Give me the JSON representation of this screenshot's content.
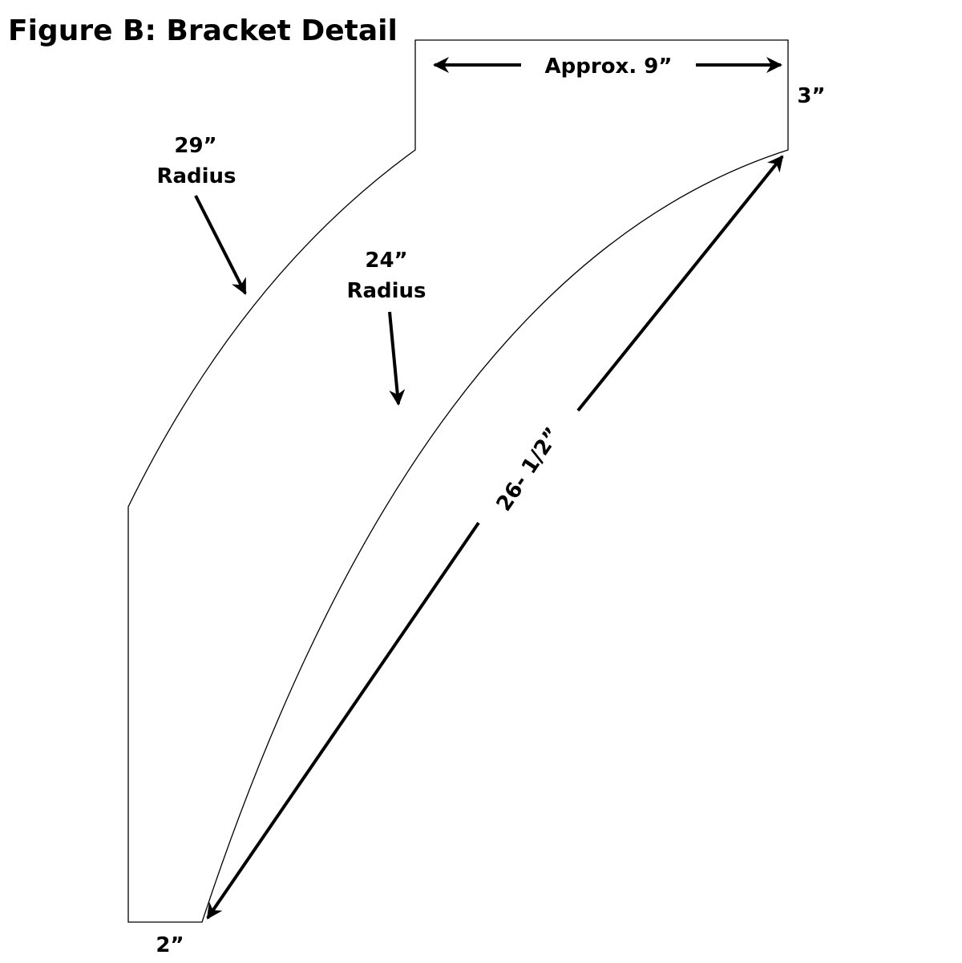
{
  "title": "Figure B: Bracket Detail",
  "dimensions": {
    "top_width": "Approx. 9”",
    "right_height": "3”",
    "bottom_width": "2”",
    "diagonal_length": "26- 1/2”",
    "outer_radius_value": "29”",
    "outer_radius_word": "Radius",
    "inner_radius_value": "24”",
    "inner_radius_word": "Radius"
  },
  "colors": {
    "line": "#000000",
    "background": "#ffffff"
  }
}
